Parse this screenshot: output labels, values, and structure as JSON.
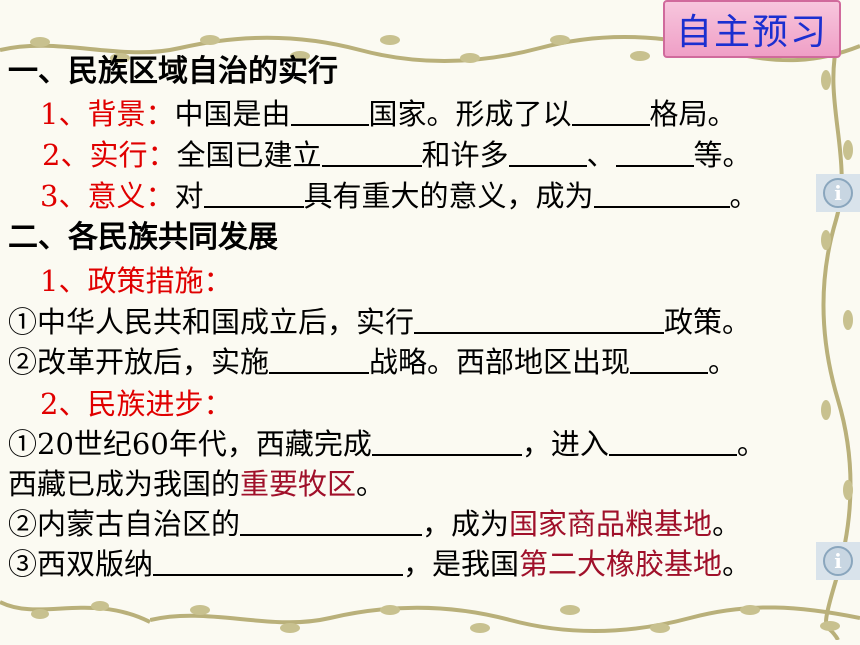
{
  "badge": {
    "label": "自主预习"
  },
  "section1": {
    "title": "一、民族区域自治的实行",
    "items": [
      {
        "num": "1、",
        "label": "背景",
        "colon": "：",
        "parts": [
          "中国是由",
          "国家。形成了以",
          "格局。"
        ]
      },
      {
        "num": "2、",
        "label": "实行",
        "colon": "：",
        "parts": [
          "全国已建立",
          "和许多",
          "、",
          "等。"
        ]
      },
      {
        "num": "3、",
        "label": "意义",
        "colon": "：",
        "parts": [
          "对",
          "具有重大的意义，成为",
          "。"
        ]
      }
    ]
  },
  "section2": {
    "title": "二、各民族共同发展",
    "sub1": {
      "num": "1、",
      "label": "政策措施",
      "colon": "："
    },
    "policy_lines": [
      {
        "marker": "①",
        "parts": [
          "中华人民共和国成立后，实行",
          "政策。"
        ]
      },
      {
        "marker": "②",
        "parts": [
          "改革开放后，实施",
          "战略。西部地区出现",
          "。"
        ]
      }
    ],
    "sub2": {
      "num": "2、",
      "label": "民族进步",
      "colon": "："
    },
    "progress_lines": [
      {
        "marker": "①",
        "parts": [
          "20世纪60年代，西藏完成",
          "，进入",
          "。"
        ]
      },
      {
        "plain": "西藏已成为我国的",
        "highlight": "重要牧区",
        "end": "。"
      },
      {
        "marker": "②",
        "parts": [
          "内蒙古自治区的",
          "，成为"
        ],
        "highlight": "国家商品粮基地",
        "end": "。"
      },
      {
        "marker": "③",
        "parts": [
          "西双版纳",
          "，是我国"
        ],
        "highlight": "第二大橡胶基地",
        "end": "。"
      }
    ]
  },
  "icons": {
    "info": "i"
  },
  "colors": {
    "label_red": "#e00000",
    "highlight_maroon": "#a0102a",
    "badge_text": "#1b2fd0",
    "badge_bg": "#ef9fc6"
  }
}
